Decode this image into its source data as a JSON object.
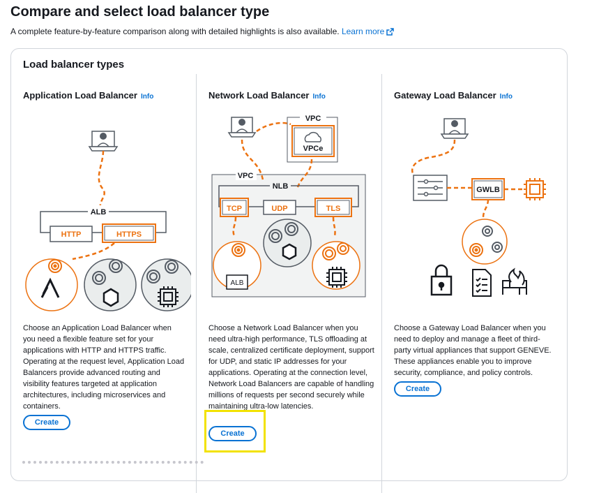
{
  "page": {
    "title": "Compare and select load balancer type",
    "description": "A complete feature-by-feature comparison along with detailed highlights is also available.",
    "learn_more": "Learn more"
  },
  "container": {
    "title": "Load balancer types"
  },
  "types": [
    {
      "name": "Application Load Balancer",
      "info": "Info",
      "diagram_labels": {
        "alb": "ALB",
        "http": "HTTP",
        "https": "HTTPS"
      },
      "description": "Choose an Application Load Balancer when you need a flexible feature set for your applications with HTTP and HTTPS traffic. Operating at the request level, Application Load Balancers provide advanced routing and visibility features targeted at application architectures, including microservices and containers.",
      "button": "Create"
    },
    {
      "name": "Network Load Balancer",
      "info": "Info",
      "diagram_labels": {
        "vpc_top": "VPC",
        "vpce": "VPCe",
        "vpc": "VPC",
        "nlb": "NLB",
        "tcp": "TCP",
        "udp": "UDP",
        "tls": "TLS",
        "alb": "ALB"
      },
      "description": "Choose a Network Load Balancer when you need ultra-high performance, TLS offloading at scale, centralized certificate deployment, support for UDP, and static IP addresses for your applications. Operating at the connection level, Network Load Balancers are capable of handling millions of requests per second securely while maintaining ultra-low latencies.",
      "button": "Create"
    },
    {
      "name": "Gateway Load Balancer",
      "info": "Info",
      "diagram_labels": {
        "gwlb": "GWLB"
      },
      "description": "Choose a Gateway Load Balancer when you need to deploy and manage a fleet of third-party virtual appliances that support GENEVE. These appliances enable you to improve security, compliance, and policy controls.",
      "button": "Create"
    }
  ],
  "colors": {
    "accent": "#ec7211",
    "link": "#0972d3",
    "highlight": "#f2e200"
  }
}
